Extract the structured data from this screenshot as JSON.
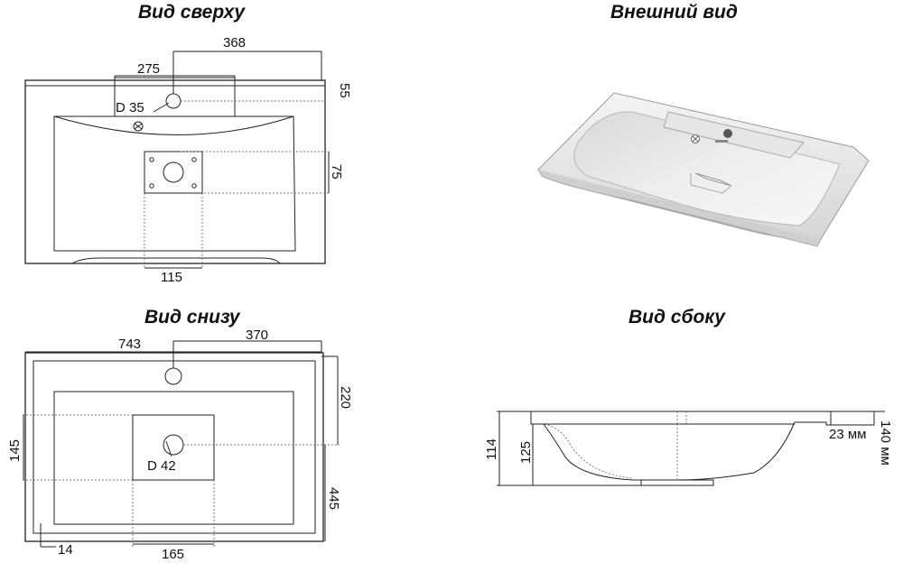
{
  "titles": {
    "top_view": "Вид сверху",
    "external_view": "Внешний вид",
    "bottom_view": "Вид снизу",
    "side_view": "Вид сбоку"
  },
  "top_view": {
    "dim_368": "368",
    "dim_275": "275",
    "dim_55": "55",
    "faucet_hole": "D 35",
    "dim_75": "75",
    "dim_115": "115"
  },
  "bottom_view": {
    "dim_743": "743",
    "dim_370": "370",
    "dim_220": "220",
    "dim_145": "145",
    "drain_hole": "D 42",
    "dim_445": "445",
    "dim_14": "14",
    "dim_165": "165"
  },
  "side_view": {
    "dim_114": "114",
    "dim_125": "125",
    "dim_23": "23 мм",
    "dim_140": "140 мм"
  }
}
